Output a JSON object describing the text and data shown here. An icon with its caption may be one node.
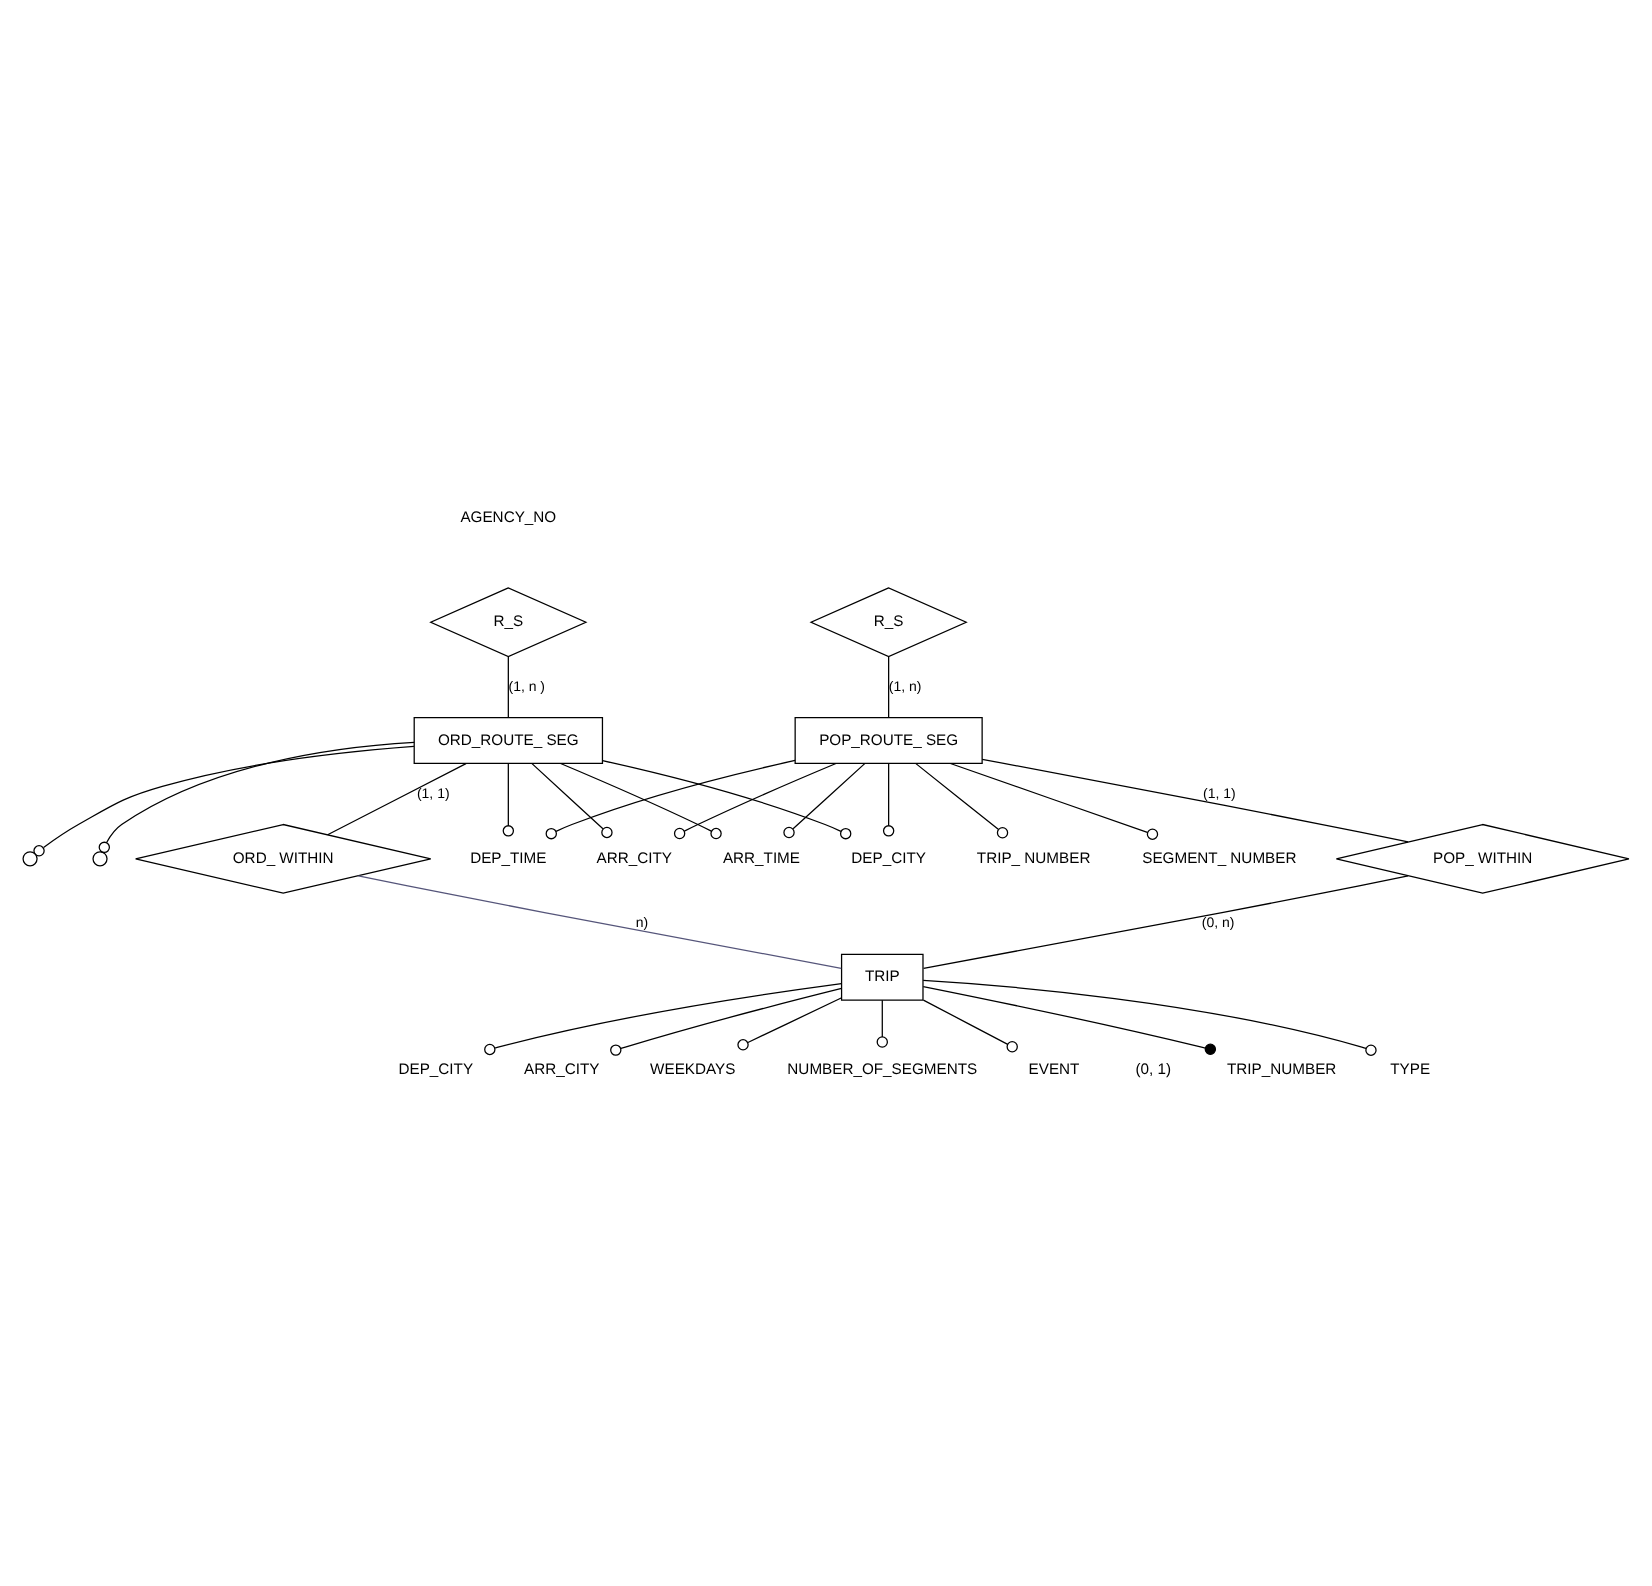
{
  "diagram": {
    "nodes": [
      {
        "text": [
          "R_S"
        ]
      },
      {
        "text": [
          "R_S"
        ]
      },
      {
        "text": [
          "DEP_CITY"
        ]
      },
      {
        "text": [
          "DEP_TIME"
        ]
      },
      {
        "text": [
          "ORD_ROUTE_ SEG"
        ]
      },
      {
        "text": [
          "POP_ROUTE_ SEG"
        ]
      },
      {
        "text": [
          "TRIP_ NUMBER"
        ]
      },
      {
        "text": [
          "SEGMENT_ NUMBER"
        ]
      },
      {
        "text": [],
        "shape": "circle"
      },
      {
        "text": [],
        "shape": "circle"
      },
      {
        "text": [
          "ARR_CITY"
        ]
      },
      {
        "text": [
          "ARR_TIME"
        ]
      },
      {
        "text": [
          "ORD_ WITHIN"
        ]
      },
      {
        "text": [
          "POP_ WITHIN"
        ]
      },
      {
        "text": [
          "TRIP"
        ]
      },
      {
        "text": [
          "DEP_CITY"
        ]
      },
      {
        "text": [
          "ARR_CITY"
        ]
      },
      {
        "text": [
          "WEEKDAYS"
        ]
      },
      {
        "text": [
          "NUMBER_OF_SEGMENTS"
        ]
      },
      {
        "text": [
          "EVENT"
        ],
        "beside": [
          "(0, 1)"
        ]
      },
      {
        "text": [
          "TRIP_NUMBER"
        ]
      },
      {
        "text": [
          "TYPE"
        ]
      }
    ],
    "edges": [
      {
        "from": 0,
        "to": 4,
        "arrow": "none",
        "label": "(1, n )"
      },
      {
        "from": 1,
        "to": 5,
        "arrow": "none",
        "label": "(1, n)"
      },
      {
        "from": 4,
        "to": 2,
        "arrow": "other"
      },
      {
        "from": 4,
        "to": 3,
        "arrow": "other"
      },
      {
        "from": 5,
        "to": 2,
        "arrow": "other"
      },
      {
        "from": 5,
        "to": 3,
        "arrow": "other"
      },
      {
        "from": 5,
        "to": 6,
        "arrow": "other"
      },
      {
        "from": 5,
        "to": 7,
        "arrow": "other"
      },
      {
        "from": 4,
        "to": 8,
        "arrow": "other"
      },
      {
        "from": 4,
        "to": 9,
        "arrow": "other"
      },
      {
        "from": 4,
        "to": 10,
        "arrow": "other"
      },
      {
        "from": 4,
        "to": 11,
        "arrow": "other"
      },
      {
        "from": 5,
        "to": 10,
        "arrow": "other"
      },
      {
        "from": 5,
        "to": 11,
        "arrow": "other"
      },
      {
        "from": 4,
        "to": 12,
        "arrow": "none",
        "label": "(1, 1)"
      },
      {
        "from": 5,
        "to": 13,
        "arrow": "none",
        "label": "(1, 1)"
      },
      {
        "from": 12,
        "to": 14,
        "arrow": "none",
        "label": "n)",
        "color": "#55557a"
      },
      {
        "from": 13,
        "to": 14,
        "arrow": "none",
        "label": "(0, n)"
      },
      {
        "from": 14,
        "to": 15,
        "arrow": "other"
      },
      {
        "from": 14,
        "to": 16,
        "arrow": "other"
      },
      {
        "from": 14,
        "to": 17,
        "arrow": "other"
      },
      {
        "from": 14,
        "to": 18,
        "arrow": "other"
      },
      {
        "from": 14,
        "to": 19,
        "arrow": "other"
      },
      {
        "from": 14,
        "to": 20,
        "arrow": "other"
      },
      {
        "from": 14,
        "to": 21,
        "arrow": "other"
      }
    ],
    "labels": [
      "AGENCY_NO"
    ]
  }
}
